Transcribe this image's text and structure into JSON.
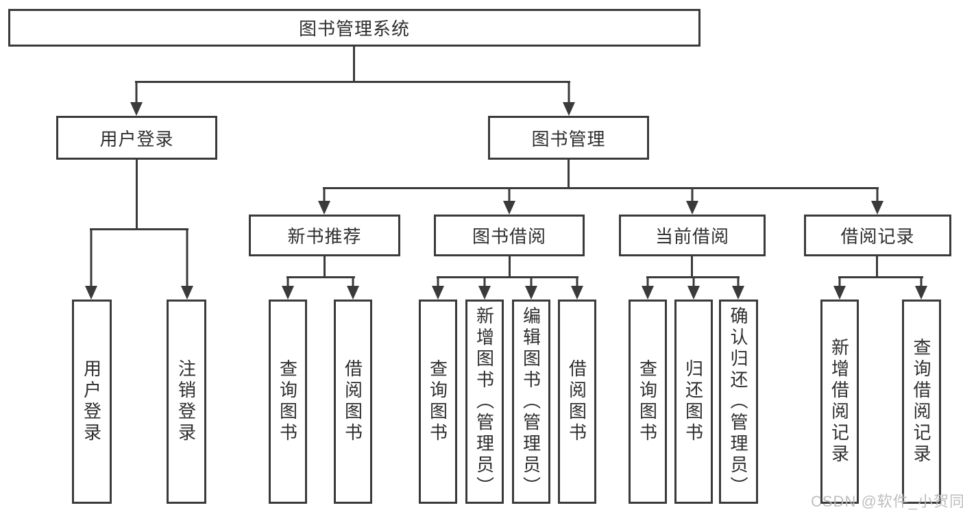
{
  "title": "图书管理系统",
  "watermark": "CSDN @软件_小贺同学",
  "colors": {
    "line": "#3a3a3a",
    "border": "#3a3a3a",
    "text": "#2e2e2e",
    "background": "#ffffff",
    "watermark": "#b9b9b9"
  },
  "tree": {
    "root": "图书管理系统",
    "branches": [
      {
        "label": "用户登录",
        "children": [
          "用户登录",
          "注销登录"
        ]
      },
      {
        "label": "图书管理",
        "children": [
          {
            "label": "新书推荐",
            "children": [
              "查询图书",
              "借阅图书"
            ]
          },
          {
            "label": "图书借阅",
            "children": [
              "查询图书",
              "新增图书（管理员）",
              "编辑图书（管理员）",
              "借阅图书"
            ]
          },
          {
            "label": "当前借阅",
            "children": [
              "查询图书",
              "归还图书",
              "确认归还（管理员）"
            ]
          },
          {
            "label": "借阅记录",
            "children": [
              "新增借阅记录",
              "查询借阅记录"
            ]
          }
        ]
      }
    ]
  }
}
